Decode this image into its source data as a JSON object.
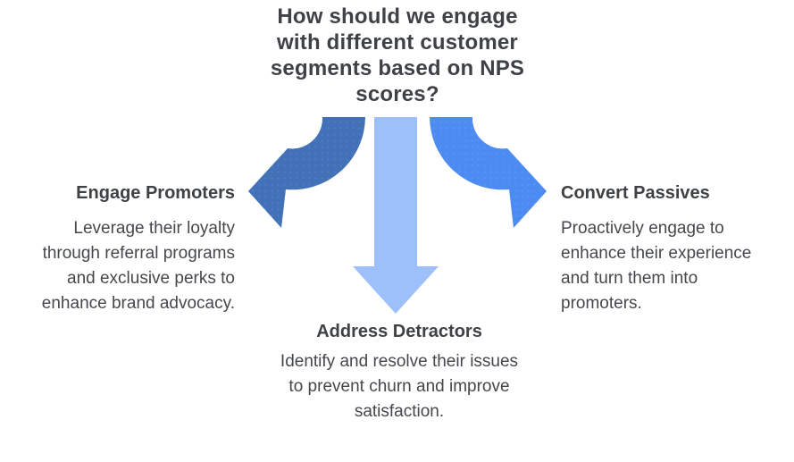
{
  "title": {
    "text": "How should we engage with different customer segments based on NPS scores?"
  },
  "colors": {
    "background": "#ffffff",
    "title_text": "#3e4247",
    "heading_text": "#3e4245",
    "body_text": "#45484b"
  },
  "segments": {
    "promoters": {
      "heading": "Engage Promoters",
      "body": "Leverage their loyalty through referral programs and exclusive perks to enhance brand advocacy."
    },
    "passives": {
      "heading": "Convert Passives",
      "body": "Proactively engage to enhance their experience and turn them into promoters."
    },
    "detractors": {
      "heading": "Address Detractors",
      "body": "Identify and resolve their issues to prevent churn and improve satisfaction."
    }
  },
  "arrows": {
    "left": {
      "direction": "curved-down-left",
      "color": "#4271b7",
      "dot_color": "#5580c2"
    },
    "center": {
      "direction": "straight-down",
      "color": "#9dbffa"
    },
    "right": {
      "direction": "curved-down-right",
      "color": "#4c8bf1",
      "dot_color": "#5f96f4"
    }
  }
}
